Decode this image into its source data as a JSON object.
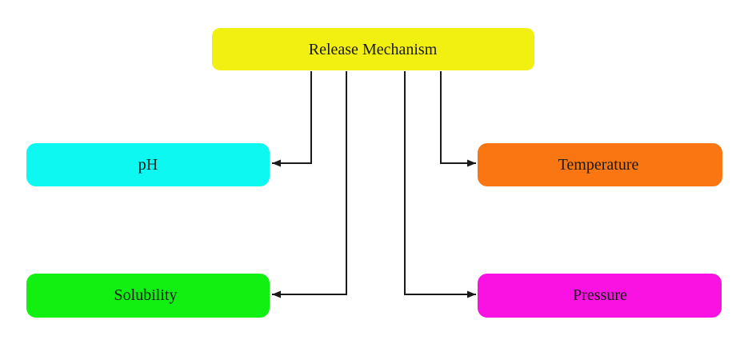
{
  "diagram": {
    "nodes": {
      "root": {
        "label": "Release Mechanism",
        "color": "#F2F011"
      },
      "ph": {
        "label": "pH",
        "color": "#0CF8F1"
      },
      "temperature": {
        "label": "Temperature",
        "color": "#F97613"
      },
      "solubility": {
        "label": "Solubility",
        "color": "#12F012"
      },
      "pressure": {
        "label": "Pressure",
        "color": "#F912E2"
      }
    },
    "edges": [
      {
        "from": "Release Mechanism",
        "to": "pH"
      },
      {
        "from": "Release Mechanism",
        "to": "Solubility"
      },
      {
        "from": "Release Mechanism",
        "to": "Pressure"
      },
      {
        "from": "Release Mechanism",
        "to": "Temperature"
      }
    ],
    "colors": {
      "background": "#FFFFFF",
      "connector": "#1A1A1A",
      "text": "#1A1A1A"
    }
  }
}
